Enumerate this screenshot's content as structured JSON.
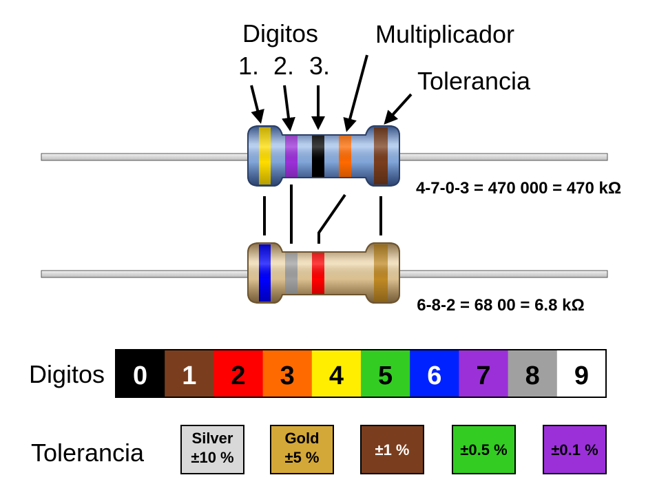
{
  "labels": {
    "digits_header": "Digitos",
    "digit_positions": [
      "1.",
      "2.",
      "3."
    ],
    "multiplier": "Multiplicador",
    "tolerance_header": "Tolerancia"
  },
  "resistor_1": {
    "body_color": "#8aaee0",
    "bands": [
      {
        "role": "digit-1",
        "color": "#ffdd00"
      },
      {
        "role": "digit-2",
        "color": "#9b30d9"
      },
      {
        "role": "digit-3",
        "color": "#000000"
      },
      {
        "role": "multiplier",
        "color": "#ff6a00"
      },
      {
        "role": "tolerance",
        "color": "#7a3e1e"
      }
    ],
    "formula": "4-7-0-3 = 470 000 = 470 kΩ"
  },
  "resistor_2": {
    "body_color": "#e2c99a",
    "bands": [
      {
        "role": "digit-1",
        "color": "#0000ff"
      },
      {
        "role": "digit-2",
        "color": "#a0a0a0"
      },
      {
        "role": "multiplier",
        "color": "#ff0000"
      },
      {
        "role": "tolerance",
        "color": "#c08a25"
      }
    ],
    "formula": "6-8-2 = 68 00 = 6.8 kΩ"
  },
  "digits_row": {
    "label": "Digitos",
    "cells": [
      {
        "digit": "0",
        "bg": "#000000",
        "fg": "#ffffff"
      },
      {
        "digit": "1",
        "bg": "#7a3e1e",
        "fg": "#ffffff"
      },
      {
        "digit": "2",
        "bg": "#ff0000",
        "fg": "#000000"
      },
      {
        "digit": "3",
        "bg": "#ff6a00",
        "fg": "#000000"
      },
      {
        "digit": "4",
        "bg": "#ffee00",
        "fg": "#000000"
      },
      {
        "digit": "5",
        "bg": "#33cc22",
        "fg": "#000000"
      },
      {
        "digit": "6",
        "bg": "#0022ff",
        "fg": "#ffffff"
      },
      {
        "digit": "7",
        "bg": "#9b30d9",
        "fg": "#000000"
      },
      {
        "digit": "8",
        "bg": "#a0a0a0",
        "fg": "#000000"
      },
      {
        "digit": "9",
        "bg": "#ffffff",
        "fg": "#000000"
      }
    ]
  },
  "tolerance_row": {
    "label": "Tolerancia",
    "items": [
      {
        "name": "silver",
        "lines": [
          "Silver",
          "±10 %"
        ],
        "bg": "#d8d8d8",
        "fg": "#000000"
      },
      {
        "name": "gold",
        "lines": [
          "Gold",
          "±5 %"
        ],
        "bg": "#d4a838",
        "fg": "#000000"
      },
      {
        "name": "brown",
        "lines": [
          "±1 %"
        ],
        "bg": "#7a3e1e",
        "fg": "#ffffff"
      },
      {
        "name": "green",
        "lines": [
          "±0.5 %"
        ],
        "bg": "#33cc22",
        "fg": "#000000"
      },
      {
        "name": "violet",
        "lines": [
          "±0.1 %"
        ],
        "bg": "#9b30d9",
        "fg": "#000000"
      }
    ]
  }
}
